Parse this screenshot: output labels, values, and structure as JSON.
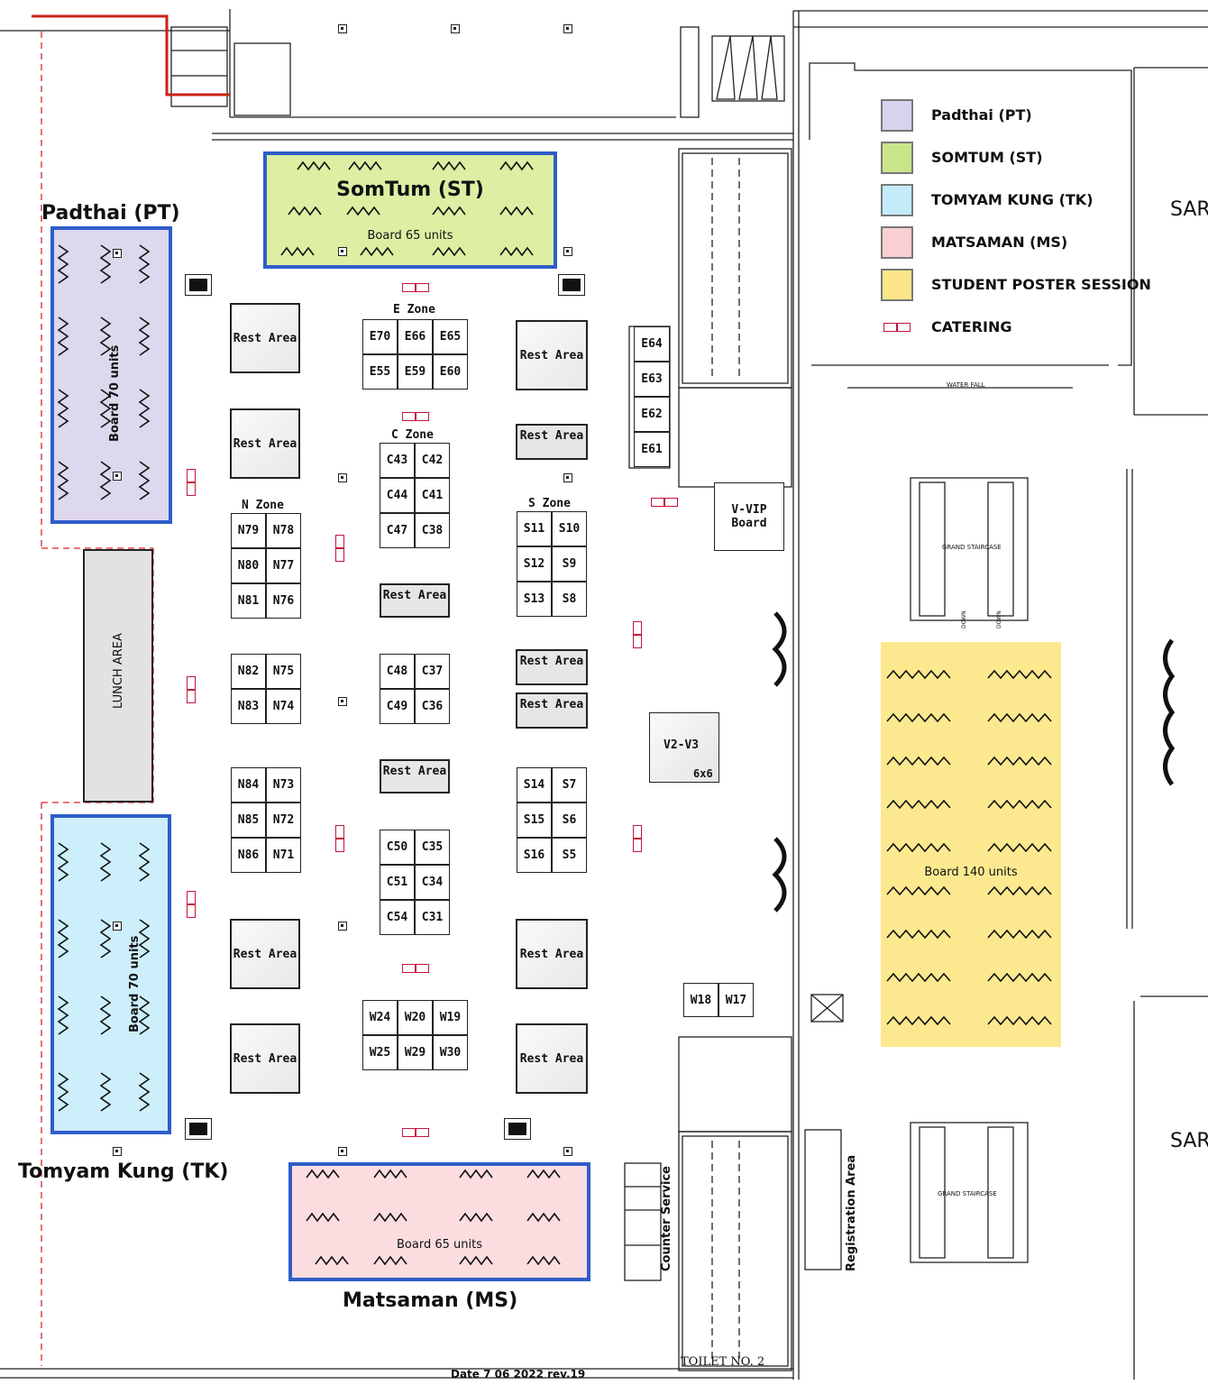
{
  "regions": {
    "padthai": {
      "title": "Padthai (PT)",
      "board": "Board 70 units",
      "color": "#ddd8ee"
    },
    "somtum": {
      "title": "SomTum (ST)",
      "board": "Board 65 units",
      "color": "#dcefa3"
    },
    "tomyam": {
      "title": "Tomyam Kung (TK)",
      "board": "Board 70 units",
      "color": "#cdeffb"
    },
    "matsaman": {
      "title": "Matsaman (MS)",
      "board": "Board 65 units",
      "color": "#fbdde0"
    },
    "poster": {
      "board": "Board 140 units",
      "color": "#fce98f"
    }
  },
  "legend": [
    {
      "label": "Padthai (PT)",
      "color": "#d7d2ee"
    },
    {
      "label": "SOMTUM (ST)",
      "color": "#c9e58a"
    },
    {
      "label": "TOMYAM KUNG (TK)",
      "color": "#c3ecfa"
    },
    {
      "label": "MATSAMAN (MS)",
      "color": "#f8cfd3"
    },
    {
      "label": "STUDENT POSTER SESSION",
      "color": "#fde58a"
    },
    {
      "label": "CATERING",
      "color": "#c4163c"
    }
  ],
  "zones": {
    "e": "E Zone",
    "c": "C Zone",
    "n": "N Zone",
    "s": "S Zone"
  },
  "rest_area": "Rest Area",
  "booths": {
    "e_top": [
      "E70",
      "E66",
      "E65"
    ],
    "e_bottom": [
      "E55",
      "E59",
      "E60"
    ],
    "e_right": [
      "E64",
      "E63",
      "E62",
      "E61"
    ],
    "c1": [
      [
        "C43",
        "C42"
      ],
      [
        "C44",
        "C41"
      ],
      [
        "C47",
        "C38"
      ]
    ],
    "c2": [
      [
        "C48",
        "C37"
      ],
      [
        "C49",
        "C36"
      ]
    ],
    "c3": [
      [
        "C50",
        "C35"
      ],
      [
        "C51",
        "C34"
      ],
      [
        "C54",
        "C31"
      ]
    ],
    "n1": [
      [
        "N79",
        "N78"
      ],
      [
        "N80",
        "N77"
      ],
      [
        "N81",
        "N76"
      ]
    ],
    "n2": [
      [
        "N82",
        "N75"
      ],
      [
        "N83",
        "N74"
      ]
    ],
    "n3": [
      [
        "N84",
        "N73"
      ],
      [
        "N85",
        "N72"
      ],
      [
        "N86",
        "N71"
      ]
    ],
    "s1": [
      [
        "S11",
        "S10"
      ],
      [
        "S12",
        "S9"
      ],
      [
        "S13",
        "S8"
      ]
    ],
    "s2": [
      [
        "S14",
        "S7"
      ],
      [
        "S15",
        "S6"
      ],
      [
        "S16",
        "S5"
      ]
    ],
    "w1": [
      [
        "W24",
        "W20",
        "W19"
      ],
      [
        "W25",
        "W29",
        "W30"
      ]
    ],
    "w2": [
      "W18",
      "W17"
    ]
  },
  "labels": {
    "lunch": "LUNCH AREA",
    "vvip": "V-VIP\nBoard",
    "v2v3": "V2-V3",
    "v2v3_size": "6x6",
    "counter": "Counter Service",
    "registration": "Registration Area",
    "toilet": "TOILET NO. 2",
    "date": "Date 7  06  2022 rev.19",
    "sar1": "SAR",
    "sar2": "SAR",
    "waterfall": "WATER FALL",
    "grand_staircase_1": "GRAND STAIRCASE",
    "grand_staircase_2": "GRAND STAIRCASE",
    "down": "DOWN"
  }
}
